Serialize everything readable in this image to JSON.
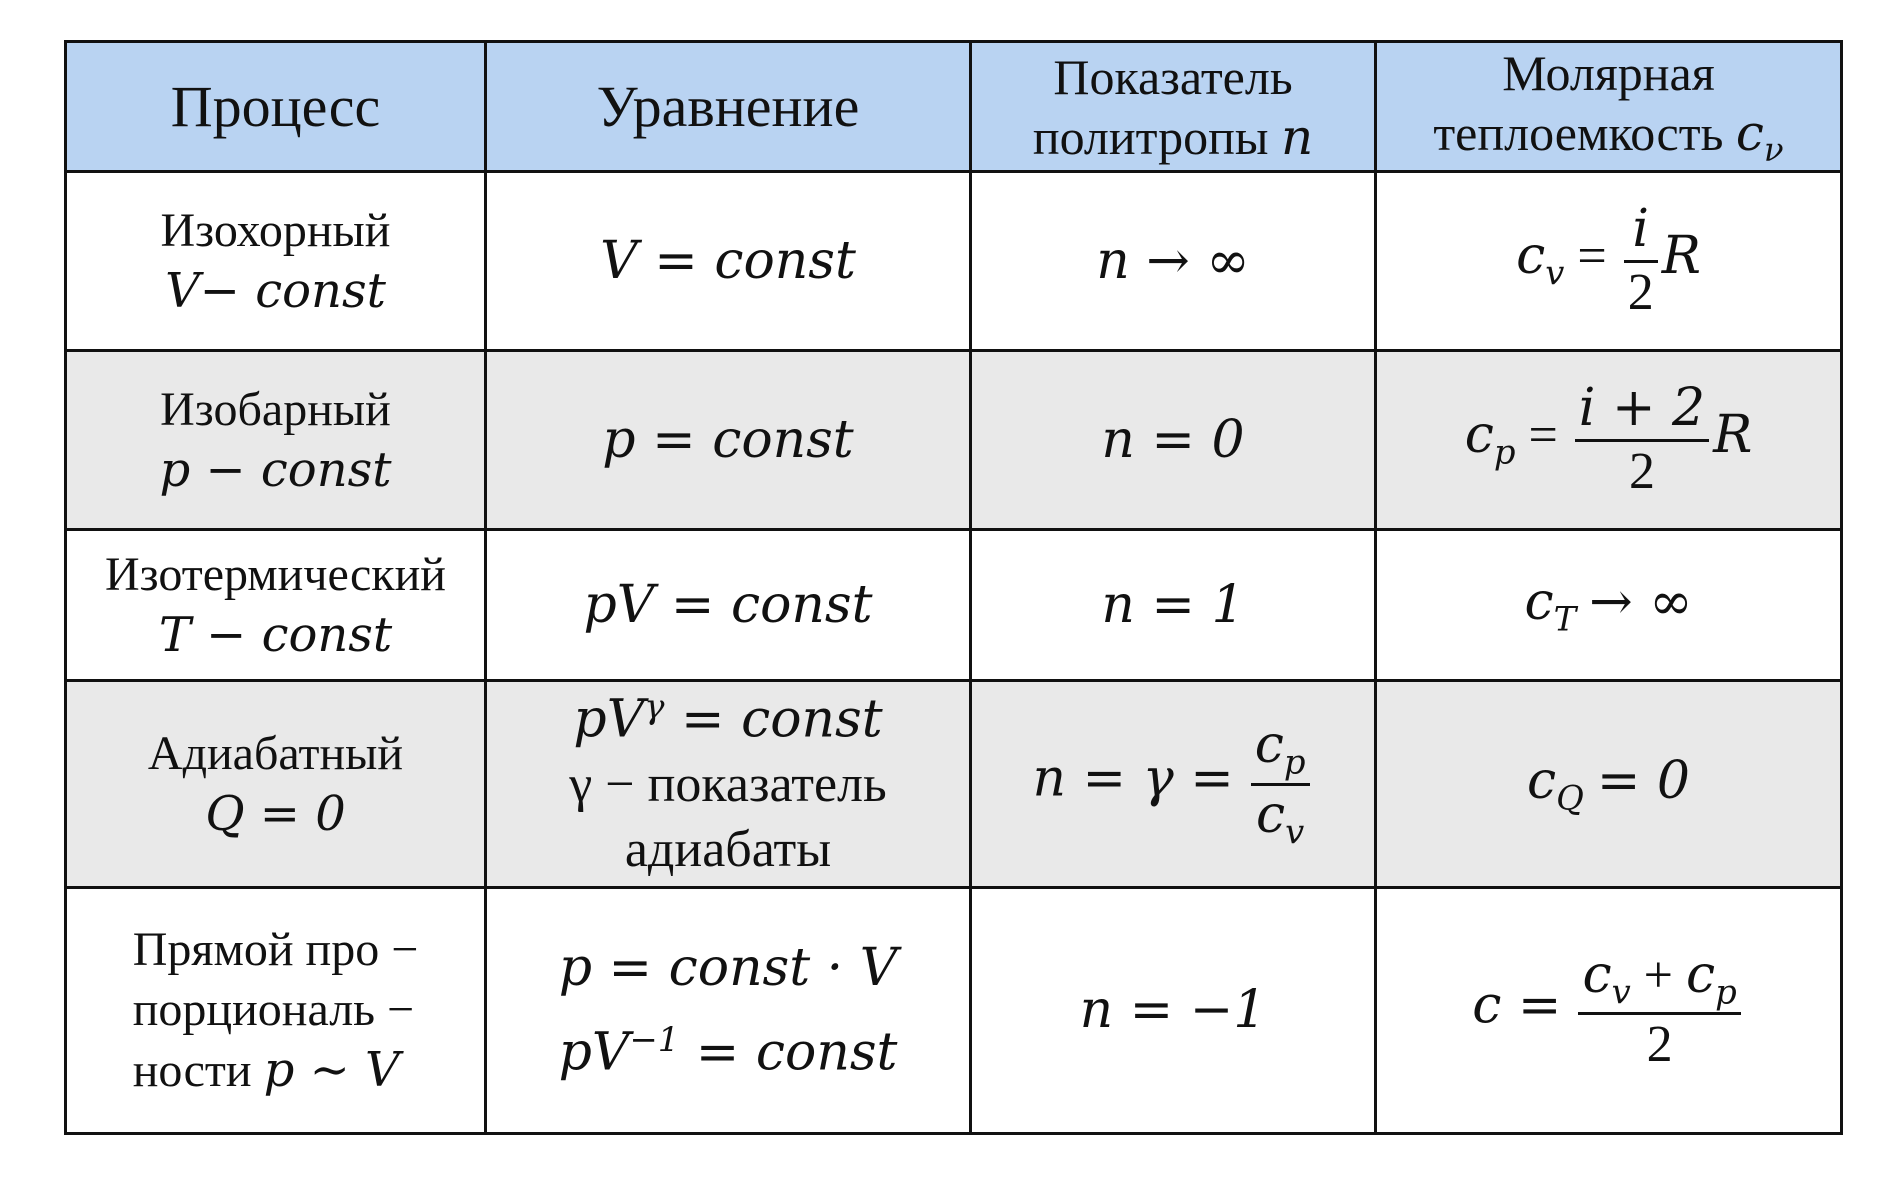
{
  "headers": {
    "process": "Процесс",
    "equation": "Уравнение",
    "index_line1": "Показатель",
    "index_line2": "политропы",
    "index_symbol": "n",
    "heat_line1": "Молярная",
    "heat_line2": "теплоемкость",
    "heat_symbol": "c",
    "heat_sub": "ν"
  },
  "rows": [
    {
      "name": "Изохорный",
      "condition": "V− const",
      "equation": "V = const",
      "index": "n → ∞",
      "heat_lhs": "c",
      "heat_sub": "v",
      "heat_eq": "=",
      "heat_num": "i",
      "heat_den": "2",
      "heat_tail": "R"
    },
    {
      "name": "Изобарный",
      "condition": "p − const",
      "equation": "p = const",
      "index": "n = 0",
      "heat_lhs": "c",
      "heat_sub": "p",
      "heat_eq": "=",
      "heat_num": "i + 2",
      "heat_den": "2",
      "heat_tail": "R"
    },
    {
      "name": "Изотермический",
      "condition": "T − const",
      "equation": "pV = const",
      "index": "n = 1",
      "heat_lhs": "c",
      "heat_sub": "T",
      "heat_tail": "→ ∞"
    },
    {
      "name": "Адиабатный",
      "condition": "Q = 0",
      "equation_main": "pV",
      "equation_sup": "γ",
      "equation_tail": " = const",
      "equation_note1": "γ − показатель",
      "equation_note2": "адиабаты",
      "index_lhs": "n = γ =",
      "index_num_base": "c",
      "index_num_sub": "p",
      "index_den_base": "c",
      "index_den_sub": "v",
      "heat_lhs": "c",
      "heat_sub": "Q",
      "heat_tail": "= 0"
    },
    {
      "name_line1": "Прямой про −",
      "name_line2": "порциональ −",
      "name_line3_text": "ности",
      "name_line3_math": "p ∼ V",
      "equation1": "p = const · V",
      "equation2_main": "pV",
      "equation2_sup": "−1",
      "equation2_tail": " = const",
      "index": "n = −1",
      "heat_lhs": "c =",
      "heat_num_a": "c",
      "heat_num_a_sub": "v",
      "heat_num_plus": " + ",
      "heat_num_b": "c",
      "heat_num_b_sub": "p",
      "heat_den": "2"
    }
  ]
}
